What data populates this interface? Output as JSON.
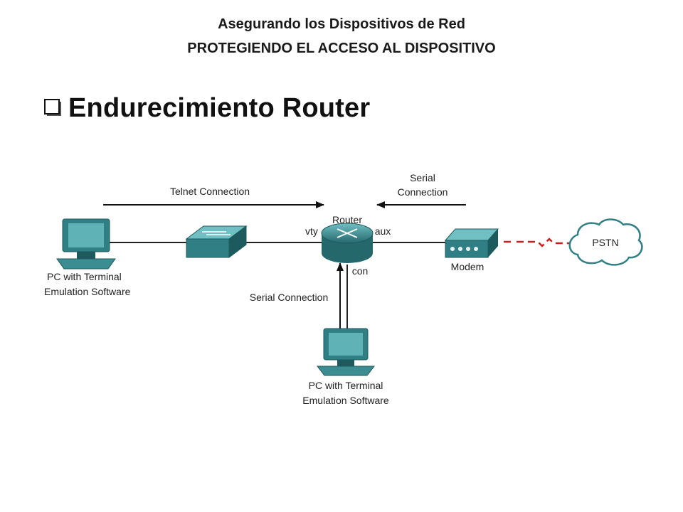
{
  "header": {
    "line1": "Asegurando los Dispositivos de Red",
    "line2": "PROTEGIENDO EL ACCESO AL DISPOSITIVO"
  },
  "bullet": {
    "title": "Endurecimiento Router",
    "icon": "checkbox-bullet-icon"
  },
  "diagram": {
    "telnet_connection": "Telnet Connection",
    "serial_connection_top_line1": "Serial",
    "serial_connection_top_line2": "Connection",
    "router_label": "Router",
    "vty_label": "vty",
    "aux_label": "aux",
    "con_label": "con",
    "modem_label": "Modem",
    "pstn_label": "PSTN",
    "serial_connection_vertical": "Serial Connection",
    "pc_left_line1": "PC with Terminal",
    "pc_left_line2": "Emulation Software",
    "pc_bottom_line1": "PC with Terminal",
    "pc_bottom_line2": "Emulation Software",
    "colors": {
      "device": "#2f7f84",
      "device_dark": "#1d5a5e",
      "device_light": "#5fb3b7",
      "serial_link": "#cc1f1f"
    }
  }
}
